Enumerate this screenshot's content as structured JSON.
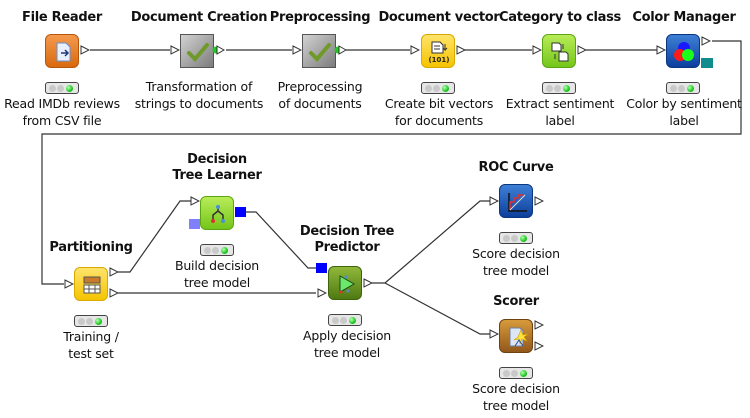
{
  "workflow": {
    "nodes": [
      {
        "id": "file-reader",
        "title": "File Reader",
        "desc": [
          "Read IMDb reviews",
          "from CSV file"
        ],
        "status": "executed"
      },
      {
        "id": "document-creation",
        "title": "Document Creation",
        "desc": [
          "Transformation of",
          "strings to documents"
        ],
        "status": "executed"
      },
      {
        "id": "preprocessing",
        "title": "Preprocessing",
        "desc": [
          "Preprocessing",
          "of documents"
        ],
        "status": "executed"
      },
      {
        "id": "document-vector",
        "title": "Document vector",
        "desc": [
          "Create bit vectors",
          "for documents"
        ],
        "status": "executed"
      },
      {
        "id": "category-to-class",
        "title": "Category to class",
        "desc": [
          "Extract sentiment",
          "label"
        ],
        "status": "executed"
      },
      {
        "id": "color-manager",
        "title": "Color Manager",
        "desc": [
          "Color by sentiment",
          "label"
        ],
        "status": "executed"
      },
      {
        "id": "partitioning",
        "title": "Partitioning",
        "desc": [
          "Training /",
          "test set"
        ],
        "status": "executed"
      },
      {
        "id": "decision-tree-learner",
        "title": [
          "Decision",
          "Tree Learner"
        ],
        "desc": [
          "Build decision",
          "tree model"
        ],
        "status": "executed"
      },
      {
        "id": "decision-tree-predictor",
        "title": [
          "Decision Tree",
          "Predictor"
        ],
        "desc": [
          "Apply decision",
          "tree model"
        ],
        "status": "executed"
      },
      {
        "id": "roc-curve",
        "title": "ROC Curve",
        "desc": [
          "Score decision",
          "tree model"
        ],
        "status": "executed"
      },
      {
        "id": "scorer",
        "title": "Scorer",
        "desc": [
          "Score decision",
          "tree model"
        ],
        "status": "executed"
      }
    ],
    "icon_glyphs": {
      "document-vector": "(101)"
    },
    "colors": {
      "connection": "#333333",
      "model_port": "#0000ff",
      "status_green": "#1ec81e"
    }
  }
}
